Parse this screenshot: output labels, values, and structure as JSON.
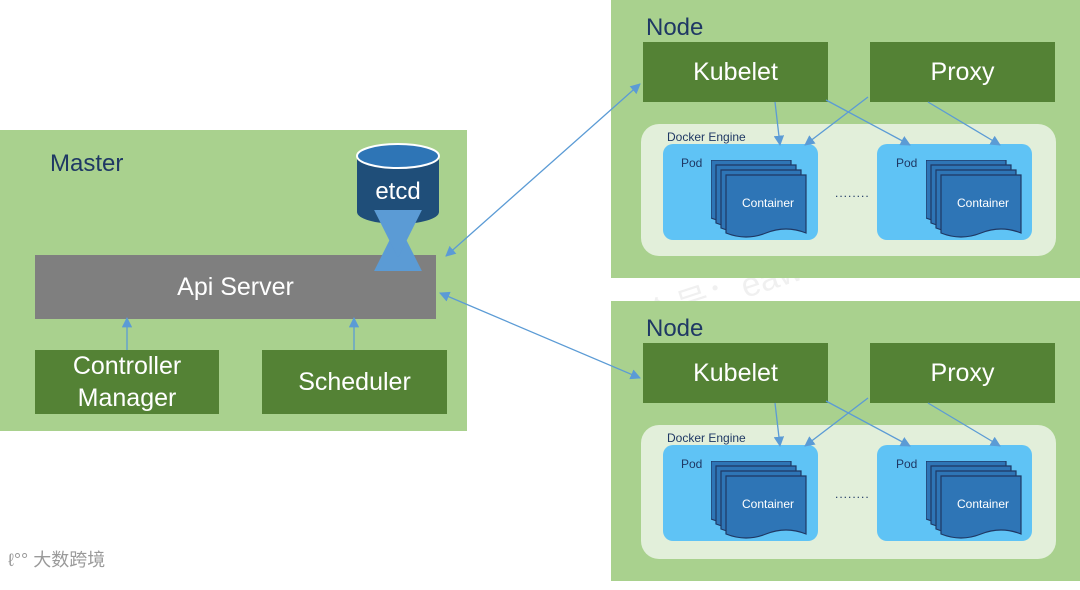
{
  "master": {
    "title": "Master",
    "etcd": "etcd",
    "api_server": "Api Server",
    "controller_manager": "Controller\nManager",
    "scheduler": "Scheduler"
  },
  "nodes": [
    {
      "title": "Node",
      "kubelet": "Kubelet",
      "proxy": "Proxy",
      "engine": "Docker Engine",
      "pods": [
        {
          "label": "Pod",
          "container": "Container"
        },
        {
          "label": "Pod",
          "container": "Container"
        }
      ],
      "ellipsis": "........"
    },
    {
      "title": "Node",
      "kubelet": "Kubelet",
      "proxy": "Proxy",
      "engine": "Docker Engine",
      "pods": [
        {
          "label": "Pod",
          "container": "Container"
        },
        {
          "label": "Pod",
          "container": "Container"
        }
      ],
      "ellipsis": "........"
    }
  ],
  "watermark": "公众号：eaworld  EAII企业架构",
  "footer": "大数跨境",
  "colors": {
    "panel": "#a9d18e",
    "component": "#548235",
    "api": "#7f7f7f",
    "etcd": "#1f4e79",
    "pod": "#5fc3f5",
    "container": "#2e75b6",
    "arrow": "#5b9bd5"
  }
}
